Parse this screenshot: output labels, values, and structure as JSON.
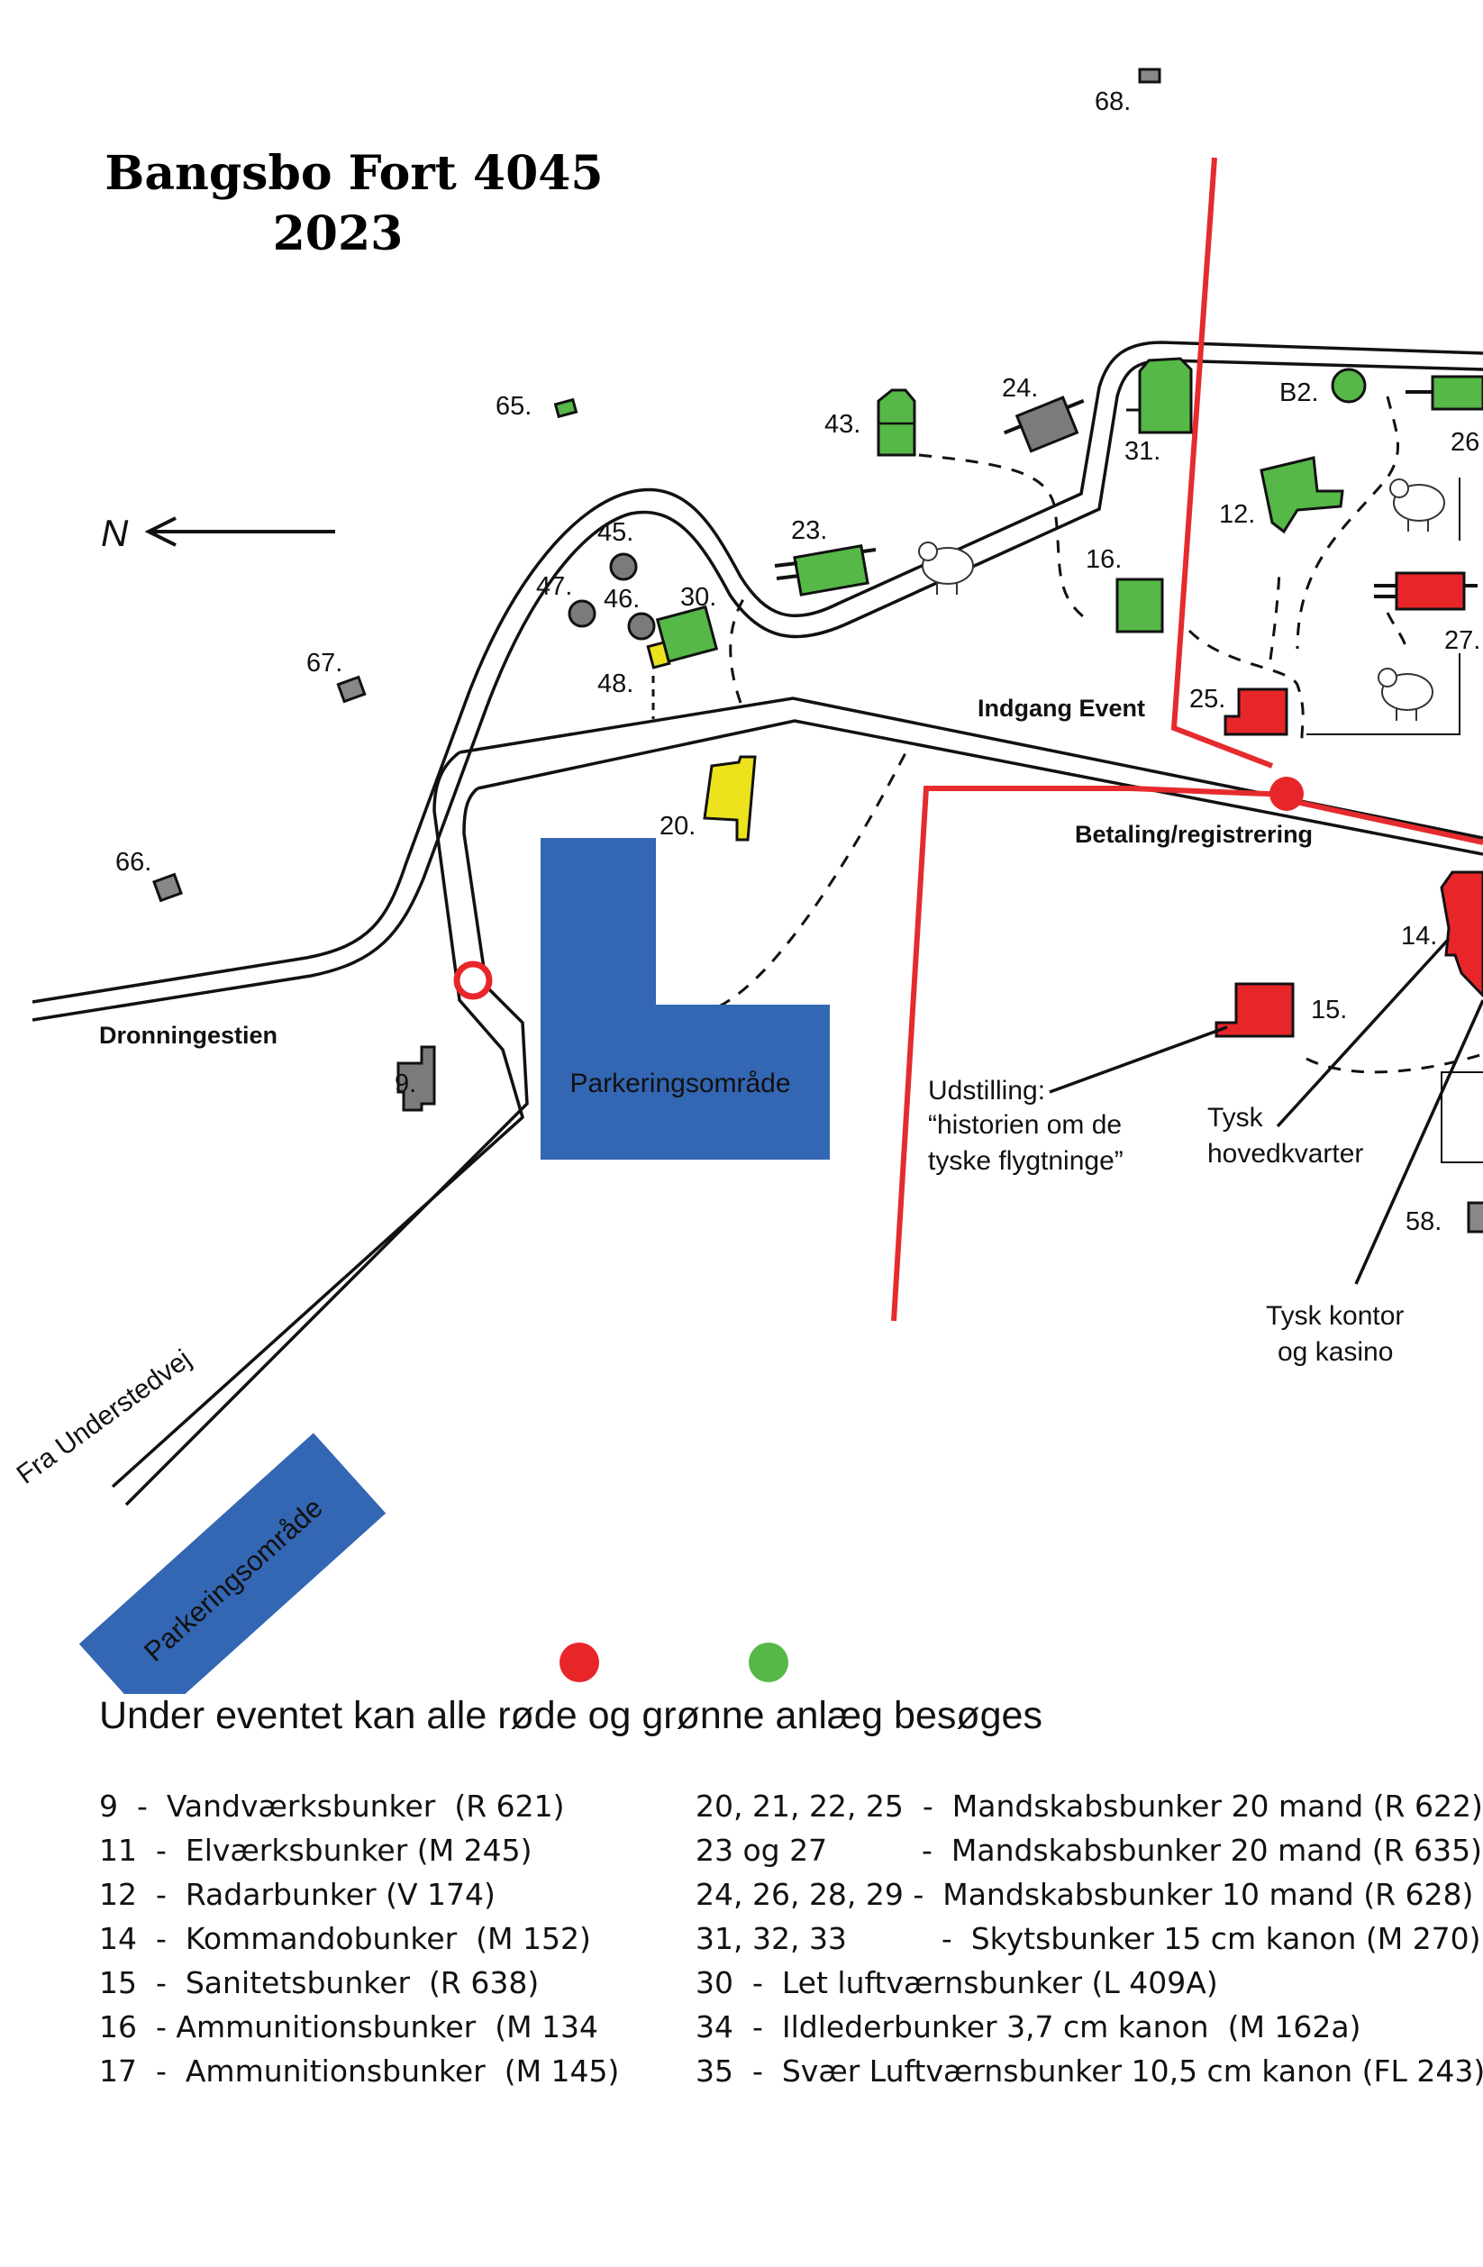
{
  "title": {
    "line1": "Bangsbo Fort 4045",
    "line2": "2023"
  },
  "north_label": "N",
  "road_labels": {
    "dronningestien": "Dronningestien",
    "fra_understedvej": "Fra Understedvej",
    "indgang": "Indgang Event",
    "betaling": "Betaling/registrering"
  },
  "areas": {
    "parking_main": "Parkeringsområde",
    "parking_lower": "Parkeringsområde"
  },
  "annotations": {
    "udstilling": [
      "Udstilling:",
      "“historien om de",
      "tyske flygtninge”"
    ],
    "tysk_hovedkvarter": [
      "Tysk",
      "hovedkvarter"
    ],
    "tysk_kontor": [
      "Tysk kontor",
      "og kasino"
    ]
  },
  "site_labels": {
    "s68": "68.",
    "s65": "65.",
    "s67": "67.",
    "s66": "66.",
    "s9": "9.",
    "s45": "45.",
    "s47": "47.",
    "s46": "46.",
    "s30": "30.",
    "s48": "48.",
    "s20": "20.",
    "s43": "43.",
    "s24": "24.",
    "s23": "23.",
    "s31": "31.",
    "sB2": "B2.",
    "s26": "26",
    "s12": "12.",
    "s16": "16.",
    "s27": "27.",
    "s25": "25.",
    "s14": "14.",
    "s15": "15.",
    "s58": "58."
  },
  "colors": {
    "red": "#e8262a",
    "green": "#55b847",
    "yellow": "#ece31c",
    "gray": "#7b7b7b",
    "blue": "#3366b3",
    "route": "#e52b2e"
  },
  "legend": {
    "heading": "Under eventet kan alle røde og grønne anlæg besøges",
    "left": [
      "9  -  Vandværksbunker  (R 621)",
      "11  -  Elværksbunker (M 245)",
      "12  -  Radarbunker (V 174)",
      "14  -  Kommandobunker  (M 152)",
      "15  -  Sanitetsbunker  (R 638)",
      "16  - Ammunitionsbunker  (M 134",
      "17  -  Ammunitionsbunker  (M 145)"
    ],
    "right": [
      "20, 21, 22, 25  -  Mandskabsbunker 20 mand (R 622)",
      "23 og 27          -  Mandskabsbunker 20 mand (R 635)",
      "24, 26, 28, 29 -  Mandskabsbunker 10 mand (R 628)",
      "31, 32, 33          -  Skytsbunker 15 cm kanon (M 270)",
      "30  -  Let luftværnsbunker (L 409A)",
      "34  -  Ildlederbunker 3,7 cm kanon  (M 162a)",
      "35  -  Svær Luftværnsbunker 10,5 cm kanon (FL 243)"
    ]
  }
}
